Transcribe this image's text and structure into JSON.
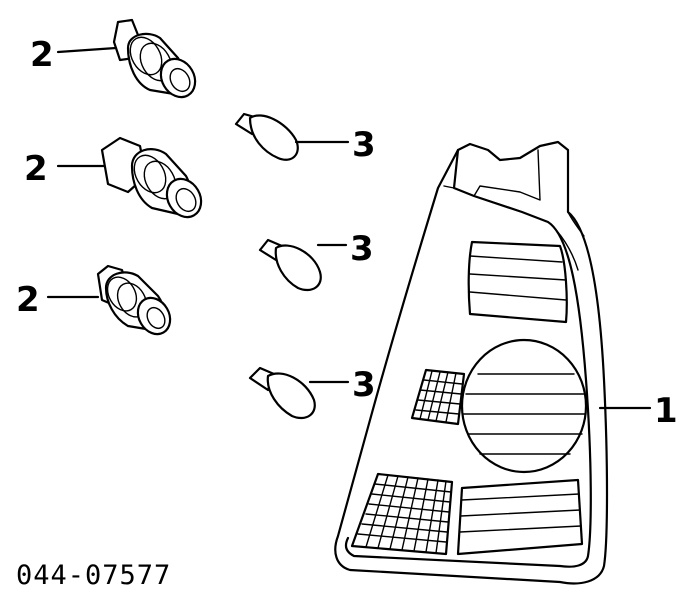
{
  "callouts": {
    "housing": "1",
    "socket_top": "2",
    "socket_mid": "2",
    "socket_low": "2",
    "bulb_top": "3",
    "bulb_mid": "3",
    "bulb_low": "3"
  },
  "part_number": "044-07577",
  "parts": [
    {
      "callout": "1",
      "icon": "tail-lamp-housing"
    },
    {
      "callout": "2",
      "icon": "bulb-socket"
    },
    {
      "callout": "3",
      "icon": "wedge-bulb"
    }
  ]
}
